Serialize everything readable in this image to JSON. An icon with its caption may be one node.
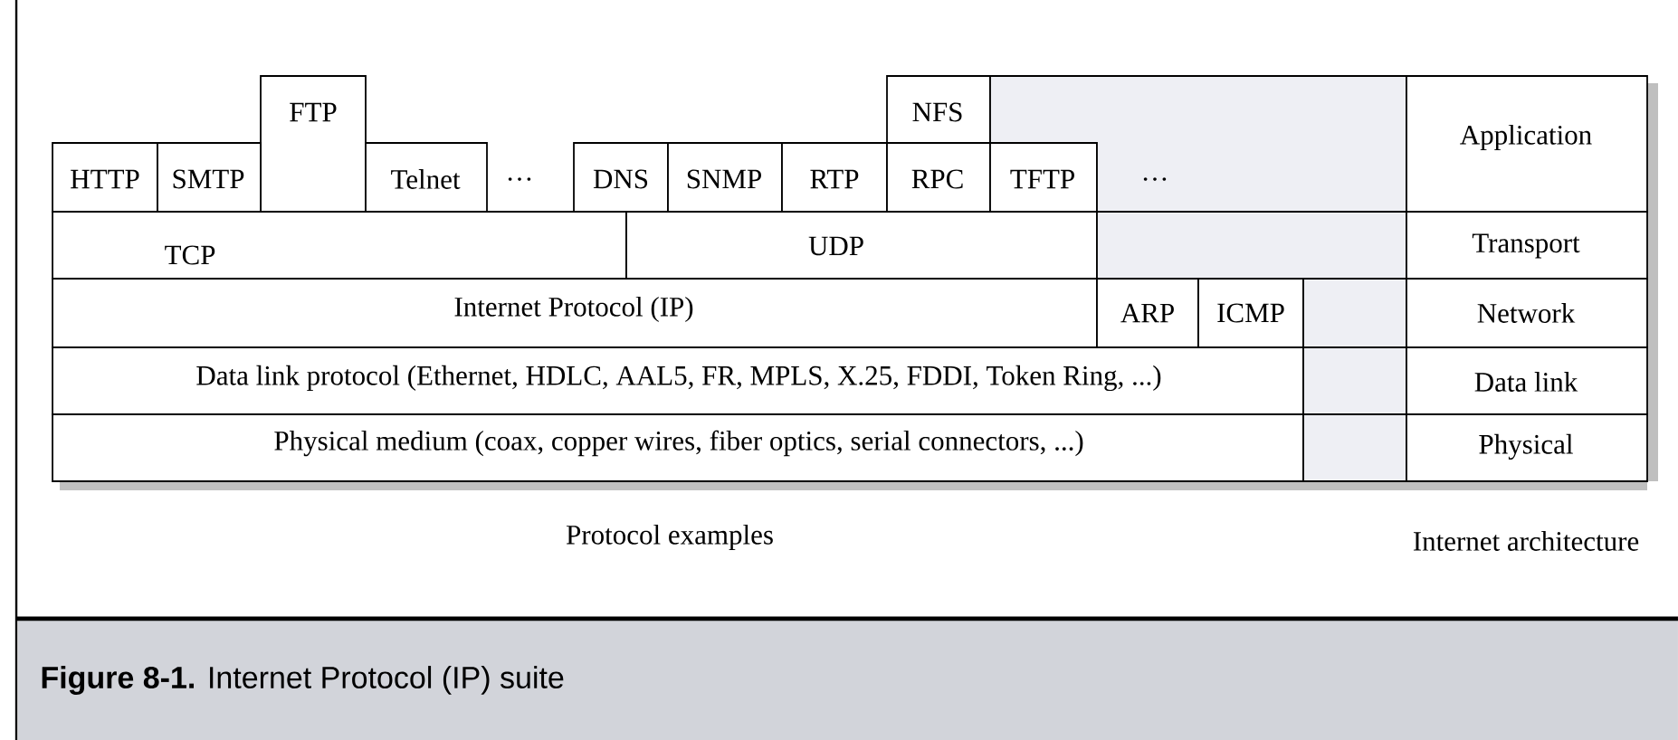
{
  "diagram": {
    "caption": "**Figure 8-1.** Internet Protocol (IP) suite",
    "nodes": [
      {
        "text": [
          "FTP"
        ]
      },
      {
        "text": [
          "NFS"
        ]
      },
      {
        "text": [
          "HTTP"
        ]
      },
      {
        "text": [
          "SMTP"
        ]
      },
      {
        "text": [
          "Telnet"
        ]
      },
      {
        "text": [
          "DNS"
        ]
      },
      {
        "text": [
          "SNMP"
        ]
      },
      {
        "text": [
          "RTP"
        ]
      },
      {
        "text": [
          "RPC"
        ]
      },
      {
        "text": [
          "TFTP"
        ]
      },
      {
        "text": [
          "…"
        ]
      },
      {
        "text": [
          "Application"
        ]
      },
      {
        "text": [
          "TCP"
        ]
      },
      {
        "text": [
          "UDP"
        ]
      },
      {
        "text": [],
        "shape": "box"
      },
      {
        "text": [
          "Transport"
        ]
      },
      {
        "text": [
          "Internet Protocol (IP)"
        ]
      },
      {
        "text": [
          "ARP"
        ]
      },
      {
        "text": [
          "ICMP"
        ]
      },
      {
        "text": [],
        "shape": "box"
      },
      {
        "text": [
          "Network"
        ]
      },
      {
        "text": [
          "Data link protocol (Ethernet, HDLC, AAL5, FR, MPLS, X.25, FDDI, Token Ring, ...)"
        ]
      },
      {
        "text": [],
        "shape": "box"
      },
      {
        "text": [
          "Data link"
        ]
      },
      {
        "text": [
          "Physical medium (coax, copper wires, fiber optics, serial connectors, ...)"
        ]
      },
      {
        "text": [],
        "shape": "box"
      },
      {
        "text": [
          "Physical"
        ]
      }
    ],
    "labels": [
      "…",
      "Protocol examples",
      "Internet architecture"
    ]
  }
}
